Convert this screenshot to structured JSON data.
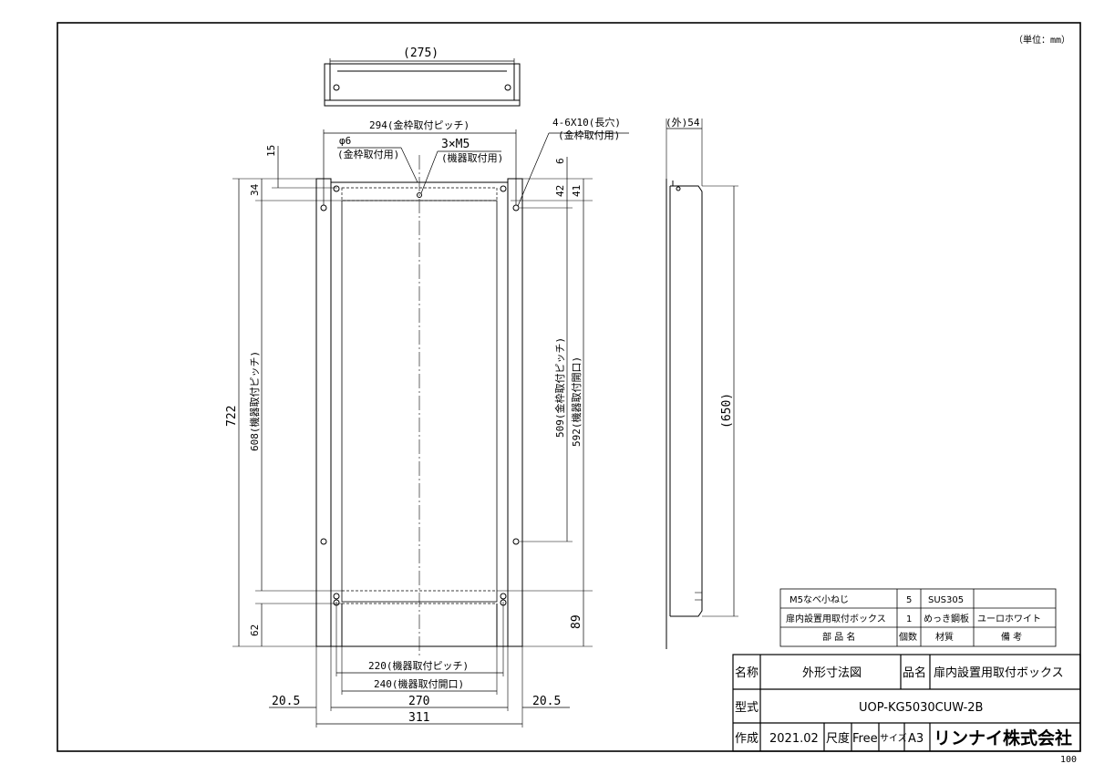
{
  "unit_note": "（単位：mm）",
  "top_view": {
    "width_label": "(275)"
  },
  "front_view": {
    "pitch_294": "294(金枠取付ピッチ)",
    "slot_note_1": "4-6X10(長穴)",
    "slot_note_2": "(金枠取付用)",
    "phi6": "φ6",
    "phi6_note": "(金枠取付用)",
    "m5": "3×M5",
    "m5_note": "(機器取付用)",
    "d15": "15",
    "d34": "34",
    "d722": "722",
    "d608": "608(機器取付ピッチ)",
    "d62": "62",
    "d6": "6",
    "d42": "42",
    "d41": "41",
    "d509": "509(金枠取付ピッチ)",
    "d592": "592(機器取付開口)",
    "d89": "89",
    "d220": "220(機器取付ピッチ)",
    "d240": "240(機器取付開口)",
    "d270": "270",
    "d311": "311",
    "d20_5_left": "20.5",
    "d20_5_right": "20.5"
  },
  "side_view": {
    "depth": "(外)54",
    "height": "(650)"
  },
  "parts_table": {
    "rows": [
      [
        "M5なべ小ねじ",
        "5",
        "SUS305",
        ""
      ],
      [
        "扉内設置用取付ボックス",
        "1",
        "めっき鋼板",
        "ユーロホワイト"
      ]
    ],
    "header": [
      "部 品 名",
      "個数",
      "材質",
      "備 考"
    ]
  },
  "title_block": {
    "name_label": "名称",
    "name_value": "外形寸法図",
    "product_label": "品名",
    "product_value": "扉内設置用取付ボックス",
    "model_label": "型式",
    "model_value": "UOP-KG5030CUW-2B",
    "made_label": "作成",
    "date": "2021.02",
    "scale_label": "尺度",
    "scale_value": "Free",
    "size_label": "サイズ",
    "size_value": "A3",
    "company": "リンナイ株式会社"
  },
  "sheet_code": "100"
}
